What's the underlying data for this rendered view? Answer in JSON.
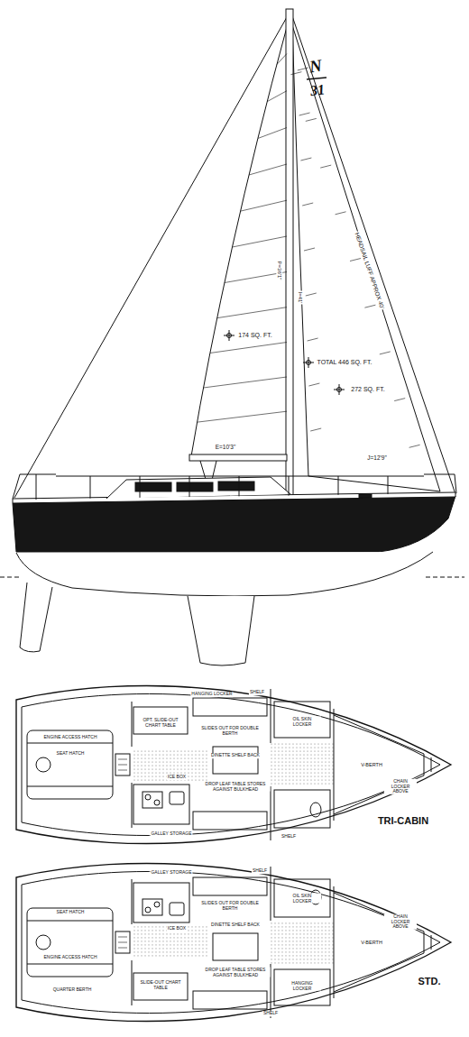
{
  "diagram": {
    "labels": [
      "N",
      "31",
      "174 SQ. FT.",
      "TOTAL 446 SQ. FT.",
      "272 SQ. FT.",
      "P=36'1\"",
      "I=41'",
      "HEADSAIL LUFF APPROX 40'",
      "E=10'3\"",
      "J=12'9\"",
      "HANGING LOCKER",
      "SHELF",
      "OIL SKIN LOCKER",
      "OPT. SLIDE-OUT CHART TABLE",
      "SLIDES OUT FOR DOUBLE BERTH",
      "ENGINE ACCESS HATCH",
      "SEAT HATCH",
      "DINETTE SHELF BACK",
      "DROP LEAF TABLE STORES AGAINST BULKHEAD",
      "ICE BOX",
      "V-BERTH",
      "CHAIN LOCKER ABOVE",
      "GALLEY STORAGE",
      "SHELF",
      "TRI-CABIN",
      "GALLEY STORAGE",
      "SHELF",
      "OIL SKIN LOCKER",
      "SEAT HATCH",
      "ICE BOX",
      "SLIDES OUT FOR DOUBLE BERTH",
      "DINETTE SHELF BACK",
      "DROP LEAF TABLE STORES AGAINST BULKHEAD",
      "ENGINE ACCESS HATCH",
      "V-BERTH",
      "CHAIN LOCKER ABOVE",
      "QUARTER BERTH",
      "SLIDE-OUT CHART TABLE",
      "HANGING LOCKER",
      "SHELF",
      "STD."
    ]
  }
}
